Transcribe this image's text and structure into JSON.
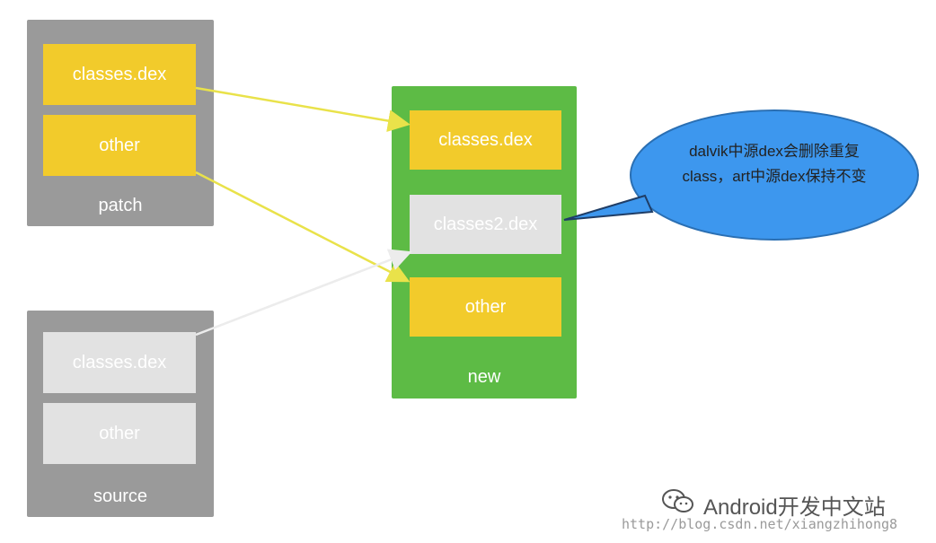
{
  "patch": {
    "label": "patch",
    "blocks": [
      "classes.dex",
      "other"
    ]
  },
  "source": {
    "label": "source",
    "blocks": [
      "classes.dex",
      "other"
    ]
  },
  "new": {
    "label": "new",
    "blocks": [
      "classes.dex",
      "classes2.dex",
      "other"
    ]
  },
  "callout": {
    "line1": "dalvik中源dex会删除重复",
    "line2": "class，art中源dex保持不变"
  },
  "watermark": {
    "brand": "Android开发中文站",
    "url": "http://blog.csdn.net/xiangzhihong8",
    "icon": "wechat-icon"
  },
  "colors": {
    "group_gray": "#9a9a9a",
    "group_green": "#5dbb45",
    "block_yellow": "#f2cb2b",
    "block_light": "#e2e2e2",
    "callout_blue": "#3d97ee"
  }
}
